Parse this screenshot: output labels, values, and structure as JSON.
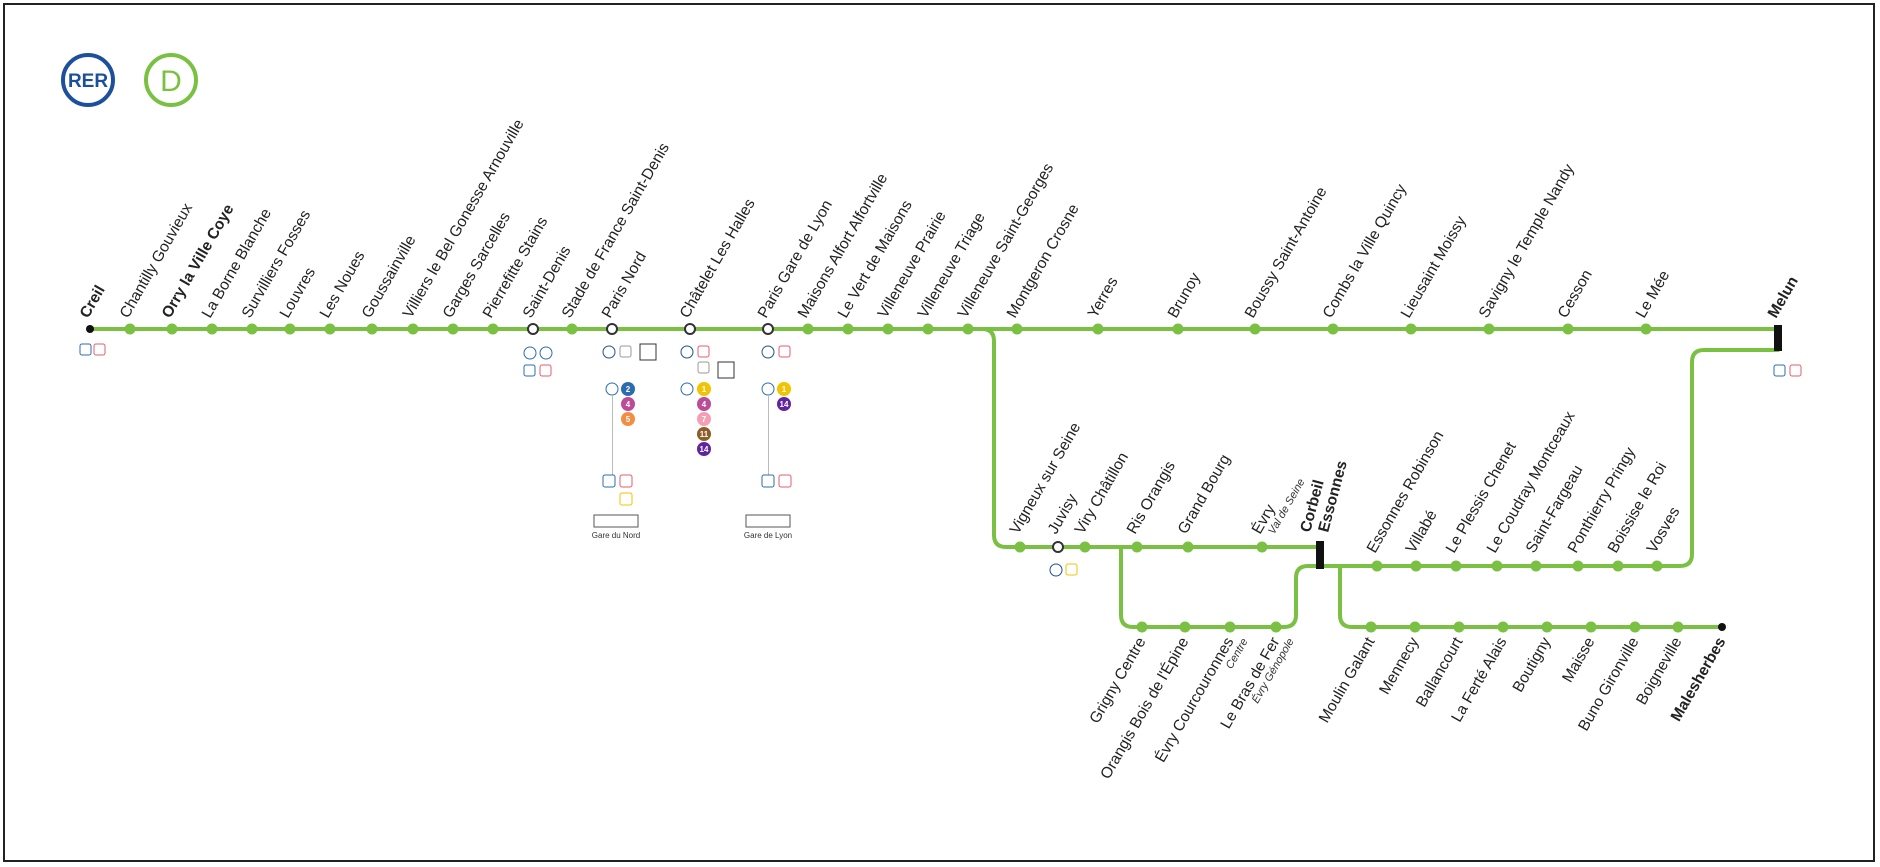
{
  "logo": {
    "rer": "RER",
    "line": "D"
  },
  "colors": {
    "line": "#7ac143",
    "stop": "#7ac143",
    "rer_blue": "#1c4f9c",
    "metro_blue": "#2b6cb0"
  },
  "stations_main": [
    {
      "name": "Creil",
      "bold": true
    },
    {
      "name": "Chantilly Gouvieux"
    },
    {
      "name": "Orry la Ville Coye",
      "bold": true
    },
    {
      "name": "La Borne Blanche"
    },
    {
      "name": "Survilliers Fosses"
    },
    {
      "name": "Louvres"
    },
    {
      "name": "Les Noues"
    },
    {
      "name": "Goussainville"
    },
    {
      "name": "Villiers le Bel Gonesse Arnouville"
    },
    {
      "name": "Garges Sarcelles"
    },
    {
      "name": "Pierrefitte Stains"
    },
    {
      "name": "Saint-Denis"
    },
    {
      "name": "Stade de France Saint-Denis"
    },
    {
      "name": "Paris Nord"
    },
    {
      "name": "Châtelet Les Halles"
    },
    {
      "name": "Paris Gare de Lyon"
    },
    {
      "name": "Maisons Alfort Alfortville"
    },
    {
      "name": "Le Vert de Maisons"
    },
    {
      "name": "Villeneuve Prairie"
    },
    {
      "name": "Villeneuve Triage"
    },
    {
      "name": "Villeneuve Saint-Georges"
    },
    {
      "name": "Montgeron Crosne"
    },
    {
      "name": "Yerres"
    },
    {
      "name": "Brunoy"
    },
    {
      "name": "Boussy Saint-Antoine"
    },
    {
      "name": "Combs la Ville Quincy"
    },
    {
      "name": "Lieusaint Moissy"
    },
    {
      "name": "Savigny le Temple Nandy"
    },
    {
      "name": "Cesson"
    },
    {
      "name": "Le Mée"
    },
    {
      "name": "Melun",
      "bold": true
    }
  ],
  "stations_mid": [
    {
      "name": "Vigneux sur Seine"
    },
    {
      "name": "Juvisy"
    },
    {
      "name": "Viry Châtillon"
    },
    {
      "name": "Ris Orangis"
    },
    {
      "name": "Grand Bourg"
    },
    {
      "name": "Évry",
      "sub": "Val de Seine"
    },
    {
      "name": "Corbeil",
      "name2": "Essonnes",
      "bold": true
    },
    {
      "name": "Essonnes Robinson"
    },
    {
      "name": "Villabé"
    },
    {
      "name": "Le Plessis Chenet"
    },
    {
      "name": "Le Coudray Montceaux"
    },
    {
      "name": "Saint-Fargeau"
    },
    {
      "name": "Ponthierry Pringy"
    },
    {
      "name": "Boissise le Roi"
    },
    {
      "name": "Vosves"
    }
  ],
  "stations_evry_loop": [
    {
      "name": "Grigny Centre"
    },
    {
      "name": "Orangis Bois de l'Épine"
    },
    {
      "name": "Évry Courcouronnes",
      "sub": "Centre"
    },
    {
      "name": "Le Bras de Fer",
      "sub": "Évry Génopole"
    }
  ],
  "stations_malesherbes": [
    {
      "name": "Moulin Galant"
    },
    {
      "name": "Mennecy"
    },
    {
      "name": "Ballancourt"
    },
    {
      "name": "La Ferté Alais"
    },
    {
      "name": "Boutigny"
    },
    {
      "name": "Maisse"
    },
    {
      "name": "Buno Gironville"
    },
    {
      "name": "Boigneville"
    },
    {
      "name": "Malesherbes",
      "bold": true
    }
  ],
  "connections": {
    "paris_nord": {
      "metro": [
        "2",
        "4",
        "5"
      ],
      "station": "Gare du Nord"
    },
    "chatelet": {
      "metro": [
        "1",
        "4",
        "7",
        "11",
        "14"
      ]
    },
    "gare_de_lyon": {
      "metro": [
        "1",
        "14"
      ],
      "station": "Gare de Lyon"
    },
    "metro_colors": {
      "1": "#f2c300",
      "2": "#2b6cb0",
      "4": "#bb4d98",
      "5": "#f28e42",
      "7": "#f59fb3",
      "11": "#8d5e2a",
      "14": "#62259d"
    }
  },
  "icons": [
    "rer-logo-icon",
    "line-d-logo-icon",
    "metro-icon",
    "train-icon",
    "tram-icon",
    "rer-a-icon",
    "rer-b-icon",
    "airport-icon",
    "tgv-icon"
  ]
}
